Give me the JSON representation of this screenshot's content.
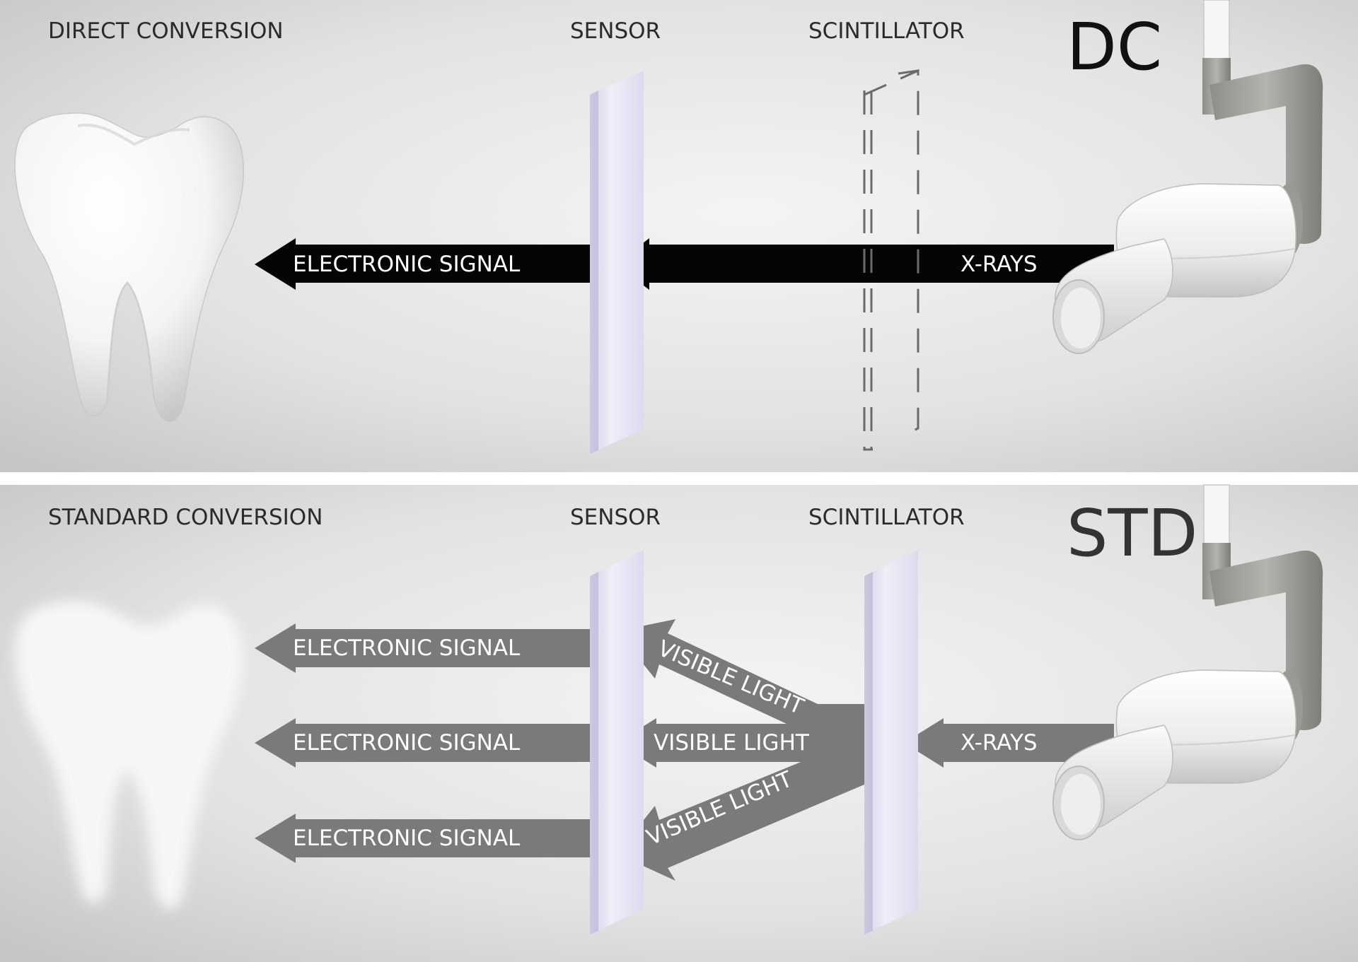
{
  "panels": {
    "dc": {
      "title": "DIRECT CONVERSION",
      "sensor_label": "SENSOR",
      "scintillator_label": "SCINTILLATOR",
      "badge": "DC",
      "xray_label": "X-RAYS",
      "signal_label": "ELECTRONIC SIGNAL"
    },
    "std": {
      "title": "STANDARD CONVERSION",
      "sensor_label": "SENSOR",
      "scintillator_label": "SCINTILLATOR",
      "badge": "STD",
      "xray_label": "X-RAYS",
      "signal_labels": [
        "ELECTRONIC SIGNAL",
        "ELECTRONIC SIGNAL",
        "ELECTRONIC SIGNAL"
      ],
      "light_labels": [
        "VISIBLE LIGHT",
        "VISIBLE LIGHT",
        "VISIBLE LIGHT"
      ]
    }
  },
  "colors": {
    "dc_arrow": "#050505",
    "std_arrow": "#7a7a7a",
    "sensor_plate": "#e6e4f2",
    "background_center": "#f2f2f2",
    "background_edge": "#c9c9c9"
  },
  "icons": [
    "tooth-icon",
    "blurred-tooth-icon",
    "xray-tube-icon"
  ]
}
